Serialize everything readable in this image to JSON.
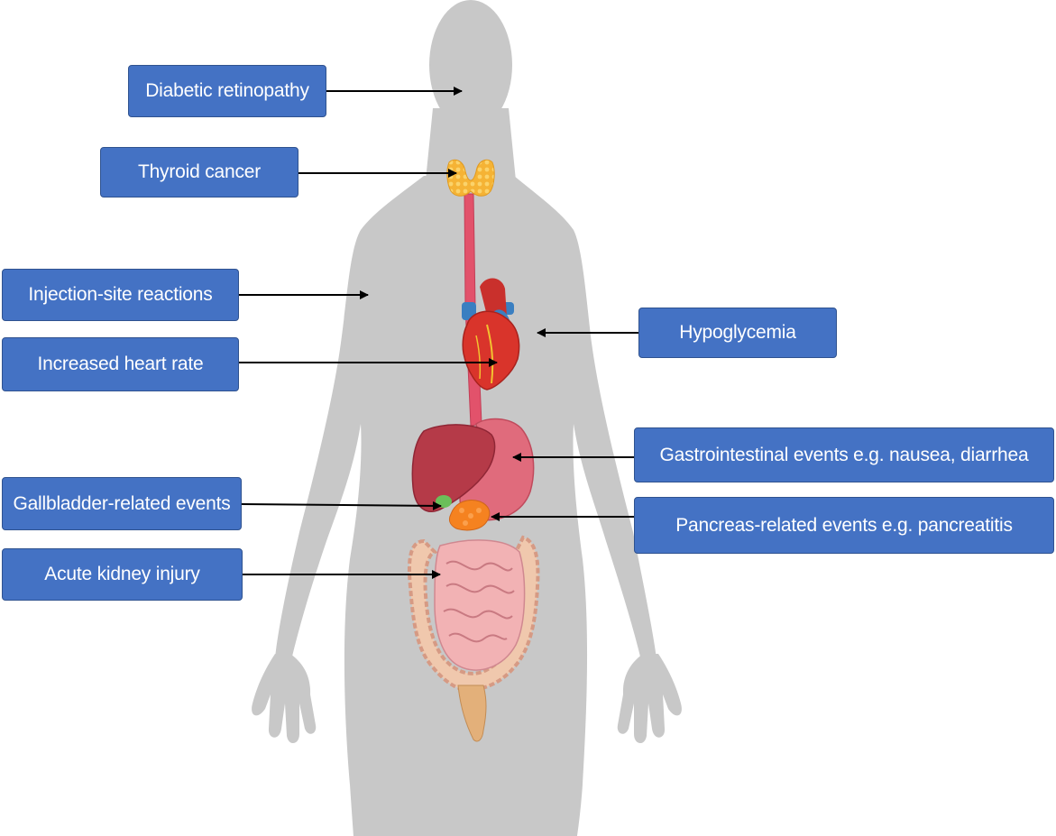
{
  "colors": {
    "background": "#ffffff",
    "silhouette": "#c8c8c8",
    "label_fill": "#4472c4",
    "label_border": "#2f528f",
    "label_text": "#ffffff",
    "arrow": "#000000",
    "thyroid": "#f5b335",
    "heart": "#d9342b",
    "liver": "#b53a48",
    "stomach": "#e06b7c",
    "intestine": "#f2b2b4",
    "pancreas": "#f58220"
  },
  "icons": [
    "human-silhouette",
    "thyroid-icon",
    "heart-icon",
    "liver-icon",
    "stomach-icon",
    "pancreas-icon",
    "small-intestine-icon",
    "large-intestine-icon"
  ],
  "labels": {
    "diabetic_retinopathy": "Diabetic retinopathy",
    "thyroid_cancer": "Thyroid cancer",
    "injection_site": "Injection-site reactions",
    "heart_rate": "Increased heart rate",
    "gallbladder": "Gallbladder-related events",
    "kidney": "Acute kidney injury",
    "hypoglycemia": "Hypoglycemia",
    "gastrointestinal": "Gastrointestinal events e.g. nausea, diarrhea",
    "pancreas": "Pancreas-related events e.g. pancreatitis"
  }
}
